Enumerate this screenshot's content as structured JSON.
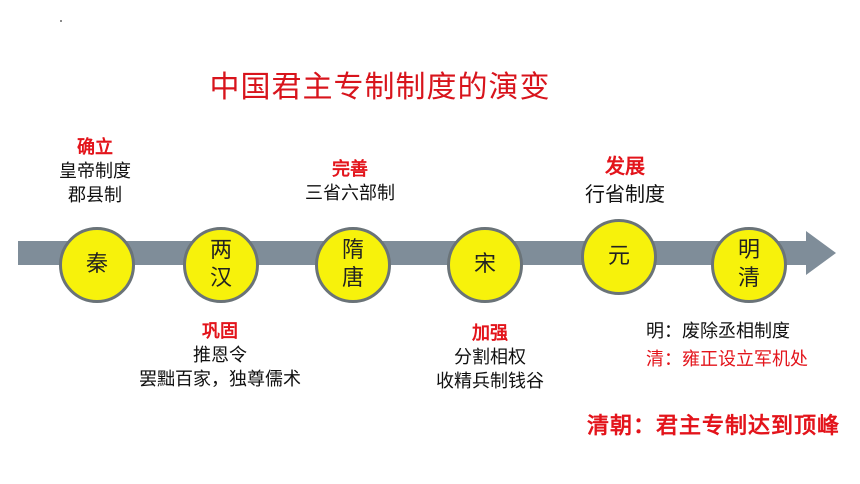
{
  "title": "中国君主专制制度的演变",
  "nodes": [
    {
      "label": "秦"
    },
    {
      "label": "两汉"
    },
    {
      "label": "隋唐"
    },
    {
      "label": "宋"
    },
    {
      "label": "元"
    },
    {
      "label": "明清"
    }
  ],
  "upper_notes": {
    "qin": {
      "heading": "确立",
      "lines": [
        "皇帝制度",
        "郡县制"
      ]
    },
    "suitang": {
      "heading": "完善",
      "lines": [
        "三省六部制"
      ]
    },
    "yuan": {
      "heading": "发展",
      "lines": [
        "行省制度"
      ]
    }
  },
  "lower_notes": {
    "han": {
      "heading": "巩固",
      "lines": [
        "推恩令",
        "罢黜百家，独尊儒术"
      ]
    },
    "song": {
      "heading": "加强",
      "lines": [
        "分割相权",
        "收精兵制钱谷"
      ]
    }
  },
  "mingqing_notes": {
    "ming": "明：废除丞相制度",
    "qing": "清：雍正设立军机处"
  },
  "conclusion": "清朝：君主专制达到顶峰",
  "colors": {
    "title": "#d8141c",
    "accent_red": "#e3141b",
    "node_fill": "#f7f20b",
    "node_border": "#6a7378",
    "arrow": "#7f8d99"
  }
}
